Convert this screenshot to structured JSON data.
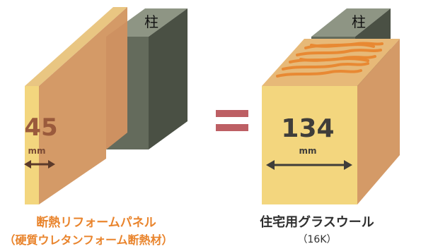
{
  "left": {
    "pillar_label": "柱",
    "thickness_value": "45",
    "thickness_unit": "mm",
    "caption_line1": "断熱リフォームパネル",
    "caption_line2": "（硬質ウレタンフォーム断熱材）"
  },
  "equals_sign": "=",
  "right": {
    "pillar_label": "柱",
    "thickness_value": "134",
    "thickness_unit": "mm",
    "caption_line1": "住宅用グラスウール",
    "caption_line2": "（16K）"
  },
  "colors": {
    "pillar_front": "#646b5c",
    "pillar_side": "#4a5044",
    "pillar_top": "#8e9584",
    "panel_face": "#f3d67e",
    "panel_side": "#d49a67",
    "panel_top": "#e7b978",
    "accent_orange": "#e9842c",
    "value_brown": "#9a5a3c",
    "value_dark": "#3f3d3a",
    "equals": "#bd5f64"
  }
}
